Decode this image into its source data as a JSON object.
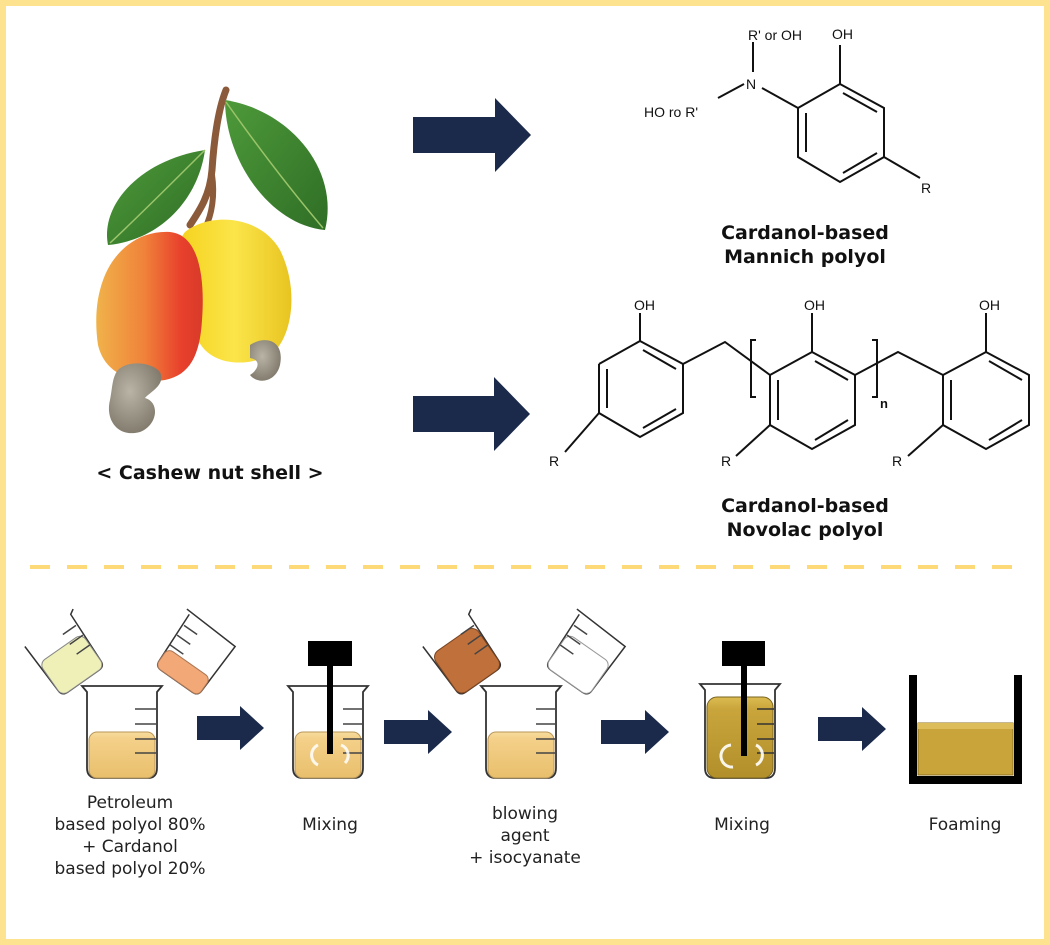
{
  "colors": {
    "frame_border": "#fde28f",
    "divider_dash": "#fdd978",
    "arrow": "#1b2a4a",
    "polyol_fill": "#f4d089",
    "mixed_fill": "#c9a53c",
    "foam_fill": "#c9a43a",
    "petroleum_polyol_fill": "#eef0b8",
    "cardanol_polyol_fill": "#f2a877",
    "blowing_agent_fill": "#c0703a",
    "isocyanate_fill": "#ffffff"
  },
  "top": {
    "source_label": "< Cashew nut shell >",
    "source_icon": "cashew-fruit-illustration",
    "products": [
      {
        "name_line1": "Cardanol-based",
        "name_line2": "Mannich polyol",
        "structure_labels": {
          "top_substituent": "R' or OH",
          "hydroxyl": "OH",
          "nitrogen": "N",
          "left_substituent": "HO ro R'",
          "alkyl": "R"
        }
      },
      {
        "name_line1": "Cardanol-based",
        "name_line2": "Novolac polyol",
        "structure_labels": {
          "hydroxyl": "OH",
          "alkyl": "R",
          "repeat": "n"
        }
      }
    ]
  },
  "process": {
    "steps": [
      {
        "label": "Petroleum\nbased polyol 80%\n+ Cardanol\nbased polyol 20%",
        "icon": "beaker-pouring-icon"
      },
      {
        "label": "Mixing",
        "icon": "stirrer-beaker-icon"
      },
      {
        "label": "blowing\nagent\n+ isocyanate",
        "icon": "beaker-pouring-icon"
      },
      {
        "label": "Mixing",
        "icon": "stirrer-beaker-icon"
      },
      {
        "label": "Foaming",
        "icon": "foam-mold-icon"
      }
    ]
  }
}
